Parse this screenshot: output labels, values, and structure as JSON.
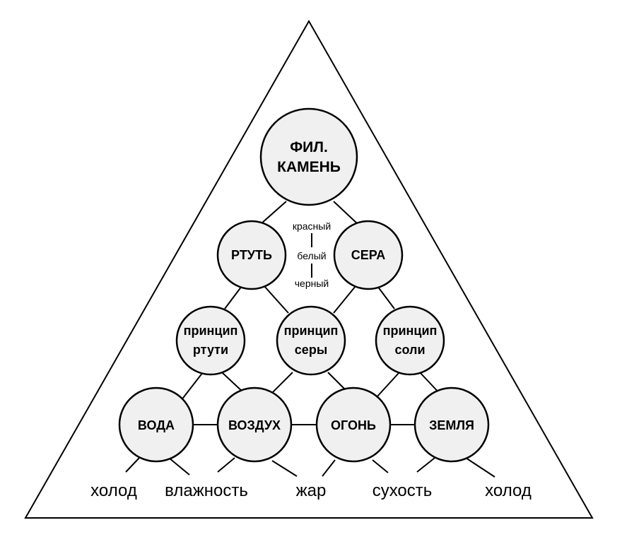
{
  "apex": {
    "line1": "ФИЛ.",
    "line2": "КАМЕНЬ"
  },
  "principles": {
    "mercury": "РТУТЬ",
    "sulfur": "СЕРА"
  },
  "colors": {
    "top": "красный",
    "middle": "белый",
    "bottom": "черный"
  },
  "triad": [
    {
      "line1": "принцип",
      "line2": "ртути"
    },
    {
      "line1": "принцип",
      "line2": "серы"
    },
    {
      "line1": "принцип",
      "line2": "соли"
    }
  ],
  "elements": [
    "ВОДА",
    "ВОЗДУХ",
    "ОГОНЬ",
    "ЗЕМЛЯ"
  ],
  "qualities": [
    "холод",
    "влажность",
    "жар",
    "сухость",
    "холод"
  ],
  "style": {
    "node_fill": "#f0f0f0",
    "stroke": "#000000",
    "background": "#ffffff"
  }
}
